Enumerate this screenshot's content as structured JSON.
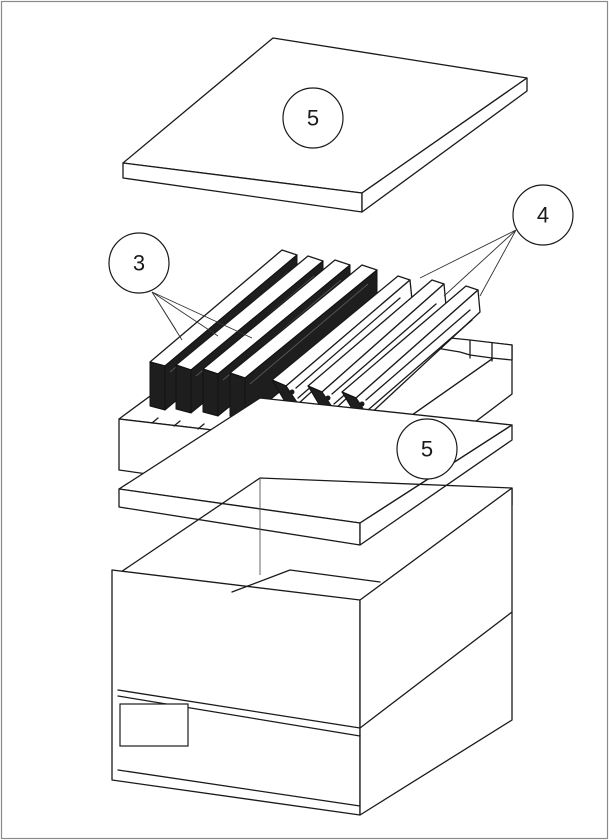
{
  "callouts": [
    {
      "id": "lid",
      "label": "5"
    },
    {
      "id": "foam",
      "label": "5"
    },
    {
      "id": "cassettes-a",
      "label": "3"
    },
    {
      "id": "cassettes-b",
      "label": "4"
    }
  ],
  "colors": {
    "stroke": "#1a1a1a",
    "background": "#ffffff",
    "cassette": "#1e1e1e"
  }
}
